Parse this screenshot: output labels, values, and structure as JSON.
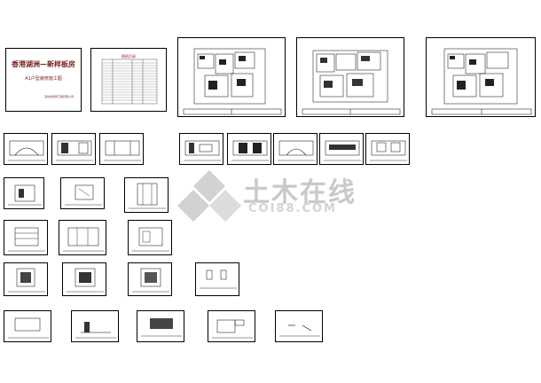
{
  "watermark": {
    "text": "土木在线",
    "url": "COI88.COM",
    "color": "#c9c9c9"
  },
  "cover_sheet": {
    "title": "香港湖洲—新样板房",
    "subtitle": "A1户型装修施工图",
    "company": "深圳市装饰工程有限公司"
  },
  "index_sheet": {
    "title": "图纸目录"
  },
  "colors": {
    "line": "#000000",
    "title_text": "#7a1c1c",
    "background": "#ffffff"
  }
}
